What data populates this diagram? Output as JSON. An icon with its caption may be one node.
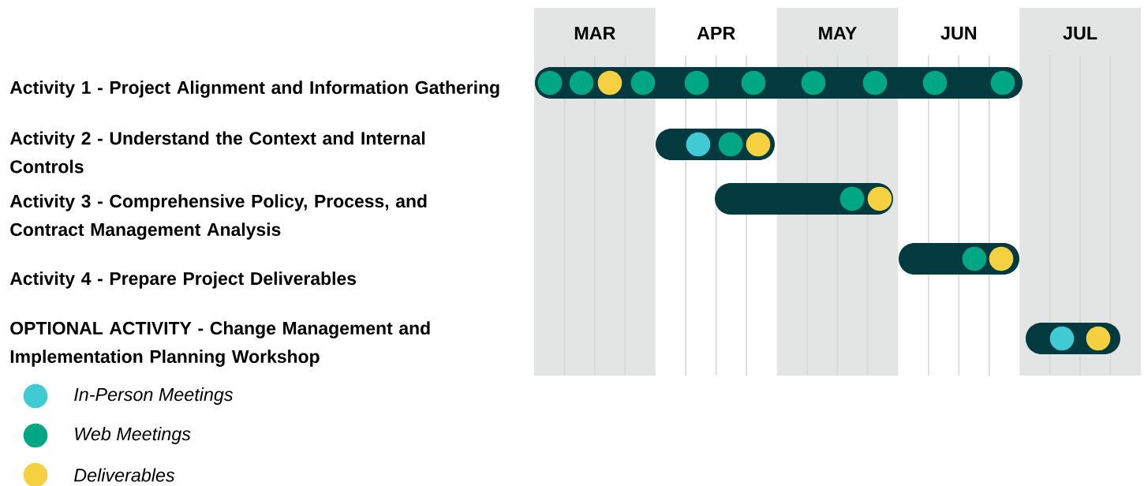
{
  "diagram": {
    "labels": [
      "MAR",
      "APR",
      "MAY",
      "JUN",
      "JUL",
      "Activity 1 - Project Alignment and Information Gathering",
      "Activity 2 - Understand the Context and Internal Controls",
      "Activity 3 - Comprehensive Policy, Process, and Contract Management Analysis",
      "Activity 4 - Prepare Project Deliverables",
      "OPTIONAL ACTIVITY - Change Management and Implementation Planning Workshop"
    ],
    "legend": [
      {
        "text": "In-Person Meetings",
        "color": "#40cbd4"
      },
      {
        "text": "Web Meetings",
        "color": "#00a785"
      },
      {
        "text": "Deliverables",
        "color": "#f5d142"
      }
    ]
  }
}
